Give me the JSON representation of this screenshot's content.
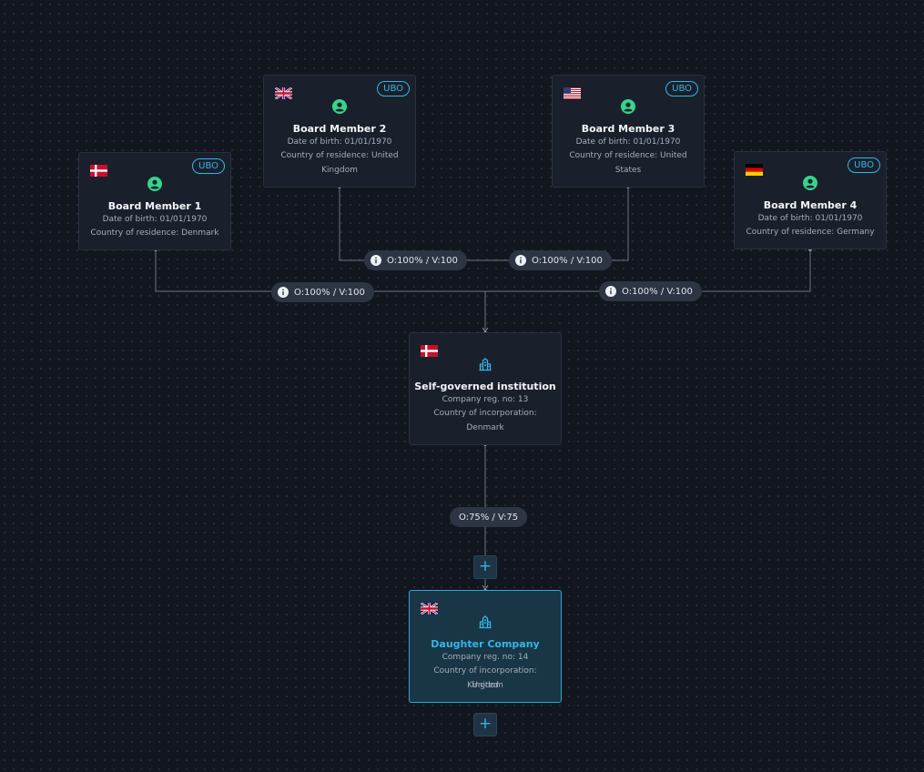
{
  "icons": {
    "person": "person-circle-icon",
    "company": "buildings-icon",
    "info": "info-icon",
    "add": "plus-icon"
  },
  "colors": {
    "accent": "#35b5e6",
    "person_icon": "#36d48d",
    "canvas": "#12161f",
    "node_bg": "#1a202b",
    "active_bg": "#183646"
  },
  "nodes": {
    "bm1": {
      "flag": "dk",
      "badge": "UBO",
      "title": "Board Member 1",
      "lines": [
        "Date of birth: 01/01/1970",
        "Country of residence: Denmark"
      ]
    },
    "bm2": {
      "flag": "uk",
      "badge": "UBO",
      "title": "Board Member 2",
      "lines": [
        "Date of birth: 01/01/1970",
        "Country of residence: United",
        "Kingdom"
      ]
    },
    "bm3": {
      "flag": "us",
      "badge": "UBO",
      "title": "Board Member 3",
      "lines": [
        "Date of birth: 01/01/1970",
        "Country of residence: United",
        "States"
      ]
    },
    "bm4": {
      "flag": "de",
      "badge": "UBO",
      "title": "Board Member 4",
      "lines": [
        "Date of birth: 01/01/1970",
        "Country of residence: Germany"
      ]
    },
    "institution": {
      "flag": "dk",
      "title": "Self-governed institution",
      "lines": [
        "Company reg. no: 13",
        "Country of incorporation:",
        "Denmark"
      ]
    },
    "daughter": {
      "flag": "uk",
      "title": "Daughter Company",
      "lines": [
        "Company reg. no: 14",
        "Country of incorporation: United",
        "Kingdom"
      ]
    }
  },
  "edges": {
    "bm1": {
      "label": "O:100% / V:100"
    },
    "bm2": {
      "label": "O:100% / V:100"
    },
    "bm3": {
      "label": "O:100% / V:100"
    },
    "bm4": {
      "label": "O:100% / V:100"
    },
    "institution": {
      "label": "O:75% / V:75"
    }
  },
  "actions": {
    "add_label": "+"
  }
}
